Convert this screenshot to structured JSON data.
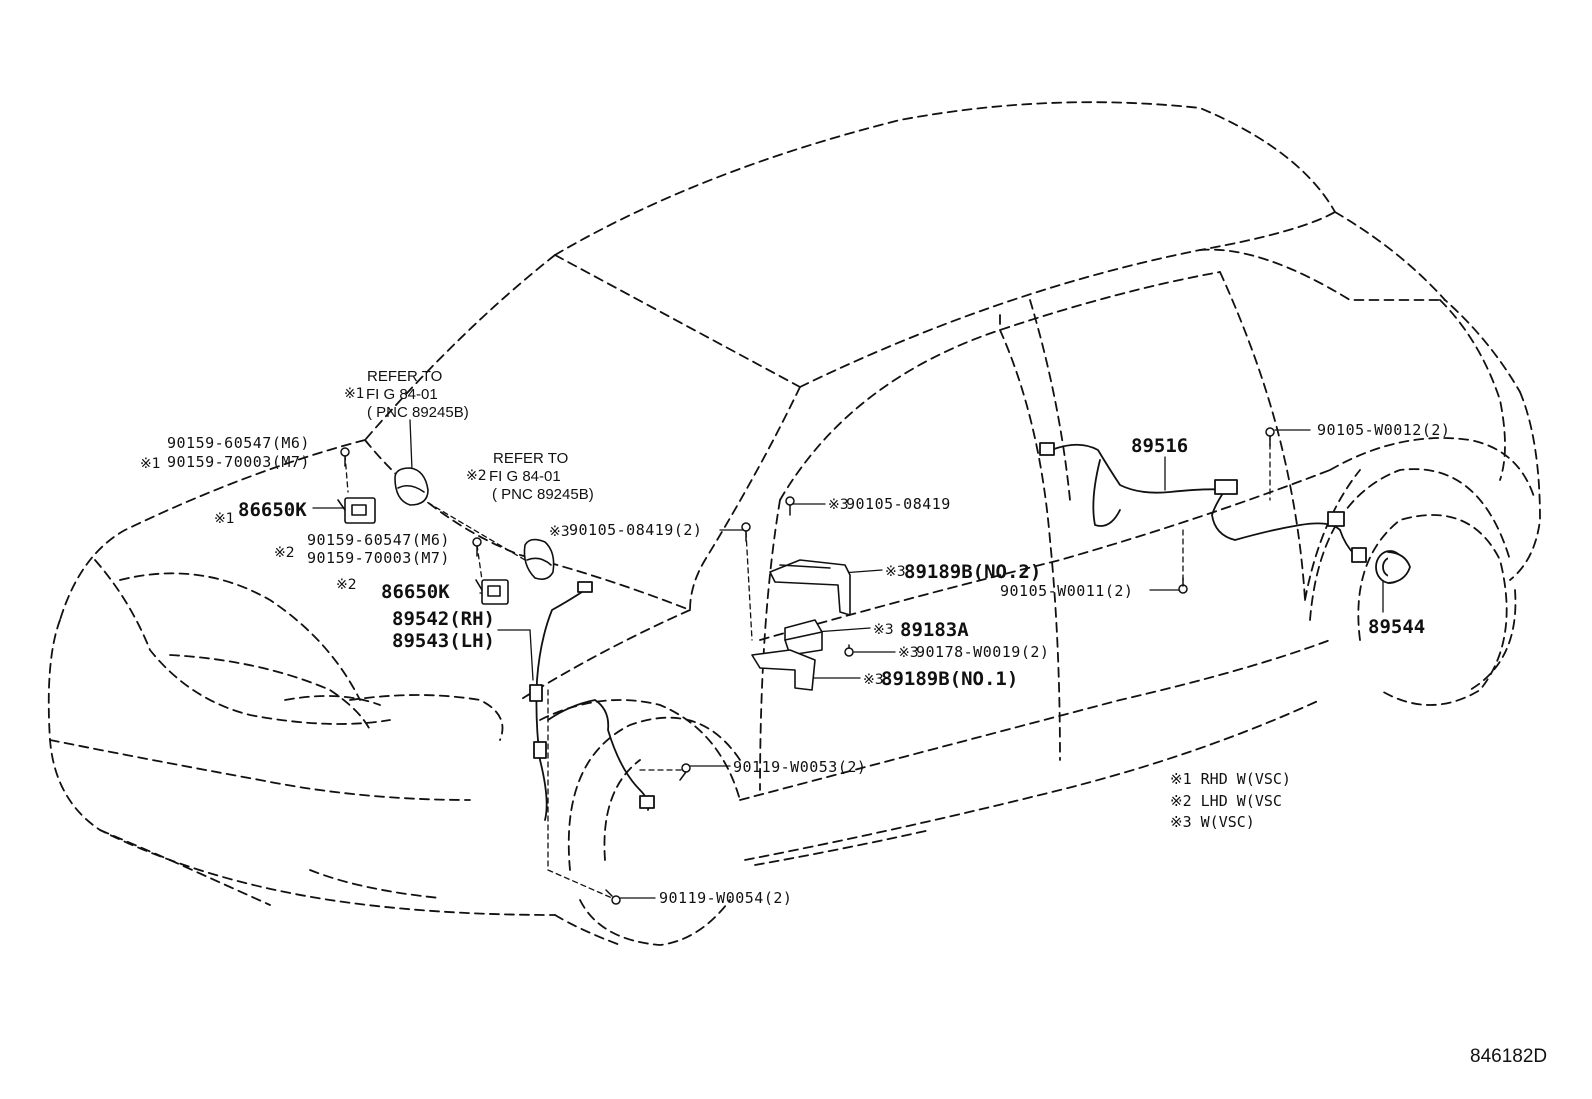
{
  "parts": {
    "bolt_m6_upper": "90159-60547(M6)",
    "bolt_m7_upper": "90159-70003(M7)",
    "bolt_m6_lower": "90159-60547(M6)",
    "bolt_m7_lower": "90159-70003(M7)",
    "sensor_86650k_upper": "86650K",
    "sensor_86650k_lower": "86650K",
    "bolt_08419_left": "90105-08419(2)",
    "bolt_08419_right": "90105-08419",
    "bracket_no2": "89189B(NO.2)",
    "sensor_89183a": "89183A",
    "nut_w0019": "90178-W0019(2)",
    "bracket_no1": "89189B(NO.1)",
    "front_sensor_rh": "89542(RH)",
    "front_sensor_lh": "89543(LH)",
    "rear_harness": "89516",
    "bolt_w0012": "90105-W0012(2)",
    "bolt_w0011": "90105-W0011(2)",
    "rear_rotor": "89544",
    "bolt_w0053": "90119-W0053(2)",
    "bolt_w0054": "90119-W0054(2)"
  },
  "refer1": {
    "line1": "REFER TO",
    "line2": "FI G  84-01",
    "line3": "( PNC 89245B)"
  },
  "refer2": {
    "line1": "REFER TO",
    "line2": "FI G  84-01",
    "line3": "( PNC 89245B)"
  },
  "marks": {
    "m1": "※1",
    "m2": "※2",
    "m3": "※3"
  },
  "legend": {
    "row1": "※1 RHD W(VSC)",
    "row2": "※2 LHD W(VSC",
    "row3": "※3 W(VSC)"
  },
  "figure_code": "846182D",
  "colors": {
    "ink": "#111111",
    "background": "#ffffff"
  }
}
